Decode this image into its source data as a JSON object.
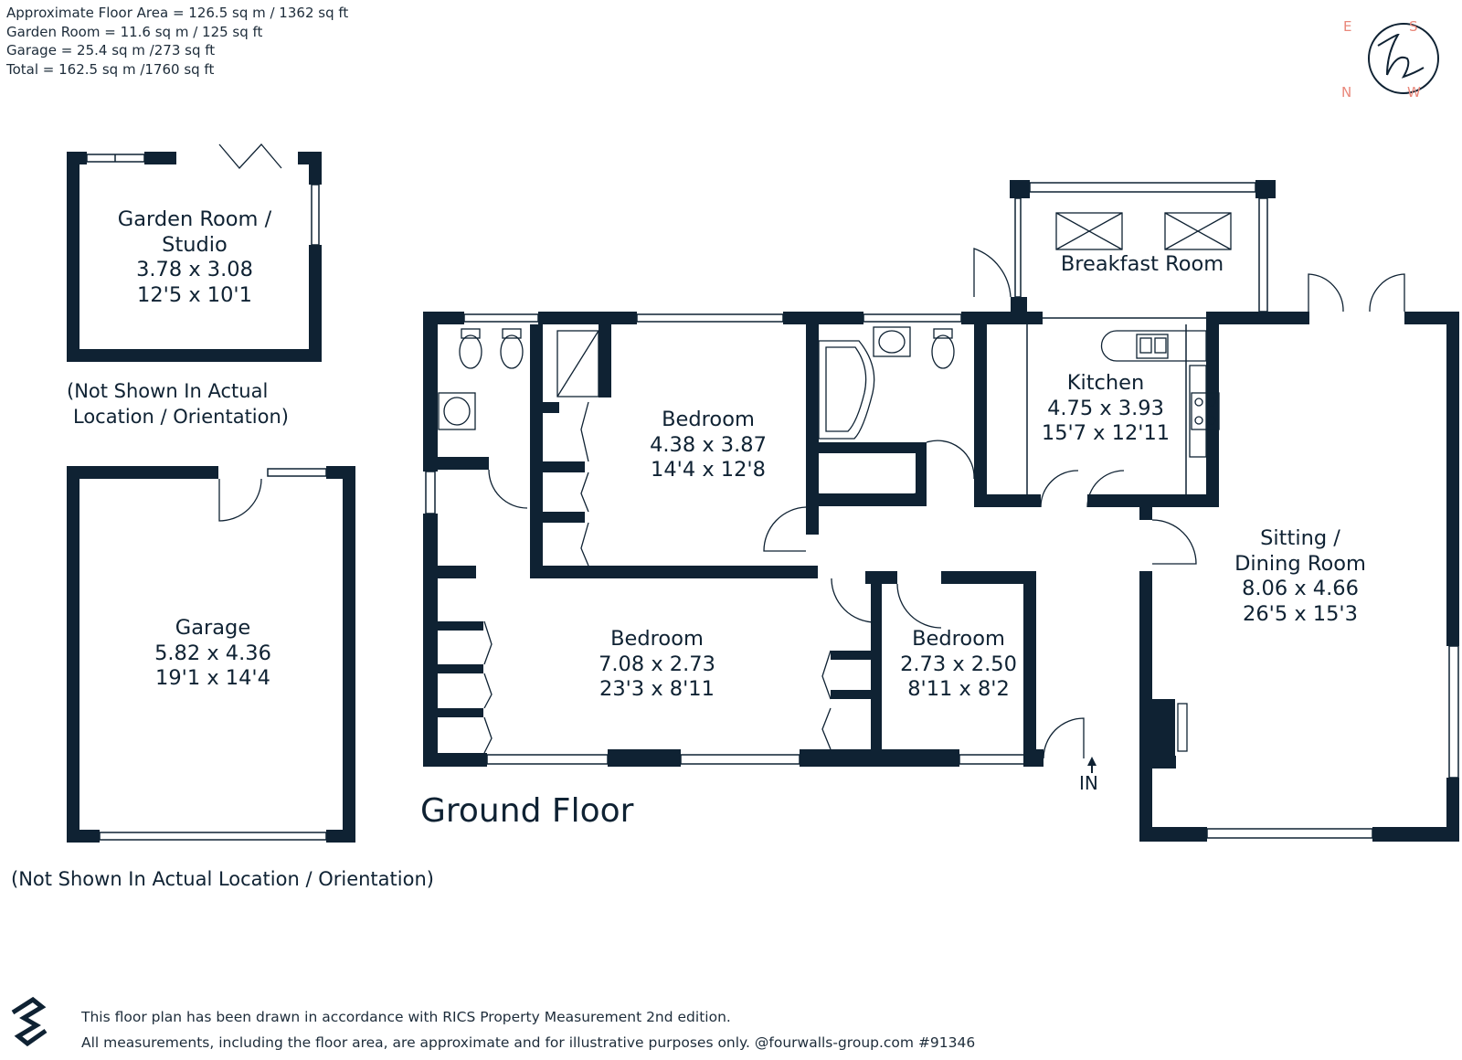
{
  "areas": [
    "Approximate Floor Area = 126.5 sq m / 1362 sq ft",
    "Garden Room = 11.6 sq m / 125 sq ft",
    "Garage = 25.4 sq m /273 sq ft",
    "Total = 162.5 sq m /1760 sq ft"
  ],
  "compass": {
    "east": "E",
    "south": "S",
    "north": "N",
    "west": "W",
    "logo_letter": "h"
  },
  "rooms": {
    "garden_room": {
      "name1": "Garden Room /",
      "name2": "Studio",
      "metric": "3.78 x 3.08",
      "imperial": "12'5 x 10'1"
    },
    "garage": {
      "name": "Garage",
      "metric": "5.82 x 4.36",
      "imperial": "19'1 x 14'4"
    },
    "breakfast": {
      "name": "Breakfast Room"
    },
    "bedroom1": {
      "name": "Bedroom",
      "metric": "4.38 x 3.87",
      "imperial": "14'4 x 12'8"
    },
    "kitchen": {
      "name": "Kitchen",
      "metric": "4.75 x 3.93",
      "imperial": "15'7 x 12'11"
    },
    "sitting": {
      "name1": "Sitting /",
      "name2": "Dining Room",
      "metric": "8.06 x 4.66",
      "imperial": "26'5 x 15'3"
    },
    "bedroom2": {
      "name": "Bedroom",
      "metric": "7.08 x 2.73",
      "imperial": "23'3 x 8'11"
    },
    "bedroom3": {
      "name": "Bedroom",
      "metric": "2.73 x 2.50",
      "imperial": "8'11 x 8'2"
    }
  },
  "notes": {
    "garden_note1": "(Not Shown In Actual",
    "garden_note2": "Location / Orientation)",
    "garage_note": "(Not Shown In Actual Location / Orientation)"
  },
  "floor_title": "Ground Floor",
  "entrance": "IN",
  "footer": {
    "line1": "This floor plan has been drawn in accordance with RICS Property Measurement 2nd edition.",
    "line2": "All measurements, including the floor area, are approximate and for illustrative purposes only. @fourwalls-group.com #91346"
  },
  "colors": {
    "wall": "#0f2233",
    "line": "#0f2233",
    "compass_letters": "#e9877a"
  },
  "icons": [
    "compass-logo-icon",
    "fourwalls-logo-icon",
    "skylight-icon",
    "sink-icon",
    "toilet-icon",
    "bath-icon",
    "shower-icon",
    "hob-icon"
  ]
}
